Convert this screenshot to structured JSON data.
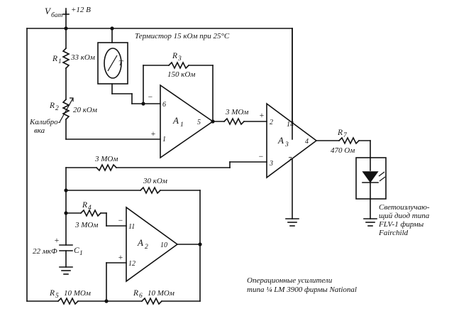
{
  "supply": {
    "vbat": "V",
    "vbat_sub": "бат",
    "voltage": "+12 В"
  },
  "thermistor": {
    "label": "Термистор 15 кОм при 25°C",
    "symbol": "T"
  },
  "resistors": {
    "r1": {
      "ref": "R",
      "sub": "1",
      "value": "33 кОм"
    },
    "r2": {
      "ref": "R",
      "sub": "2",
      "value": "20 кОм",
      "note_line1": "Калибро-",
      "note_line2": "вка"
    },
    "r3": {
      "ref": "R",
      "sub": "3",
      "value": "150 кОм"
    },
    "r_in": {
      "value": "3 МОм"
    },
    "r_bias": {
      "value": "3 МОм"
    },
    "r_fb2": {
      "value": "30 кОм"
    },
    "r4": {
      "ref": "R",
      "sub": "4",
      "value": "3 МОм"
    },
    "r5": {
      "ref": "R",
      "sub": "5",
      "value": "10 МОм"
    },
    "r6": {
      "ref": "R",
      "sub": "6",
      "value": "10 МОм"
    },
    "r7": {
      "ref": "R",
      "sub": "7",
      "value": "470 Ом"
    }
  },
  "capacitor": {
    "ref": "C",
    "sub": "1",
    "value": "22 мкФ",
    "polarity": "+"
  },
  "opamps": {
    "a1": {
      "ref": "A",
      "sub": "1",
      "pin_inv": "6",
      "pin_noninv": "1",
      "pin_out": "5",
      "inv": "−",
      "noninv": "+"
    },
    "a2": {
      "ref": "A",
      "sub": "2",
      "pin_inv": "11",
      "pin_noninv": "12",
      "pin_out": "10",
      "inv": "−",
      "noninv": "+"
    },
    "a3": {
      "ref": "A",
      "sub": "3",
      "pin_noninv": "2",
      "pin_inv": "3",
      "pin_out": "4",
      "pin_vcc": "14",
      "pin_gnd": "7",
      "inv": "−",
      "noninv": "+"
    }
  },
  "led": {
    "line1": "Светоизлучаю-",
    "line2": "щий диод типа",
    "line3": "FLV-1 фирмы",
    "line4": "Fairchild"
  },
  "note": {
    "line1": "Операционные усилители",
    "line2": "типа ¼ LM 3900 фирмы National"
  }
}
